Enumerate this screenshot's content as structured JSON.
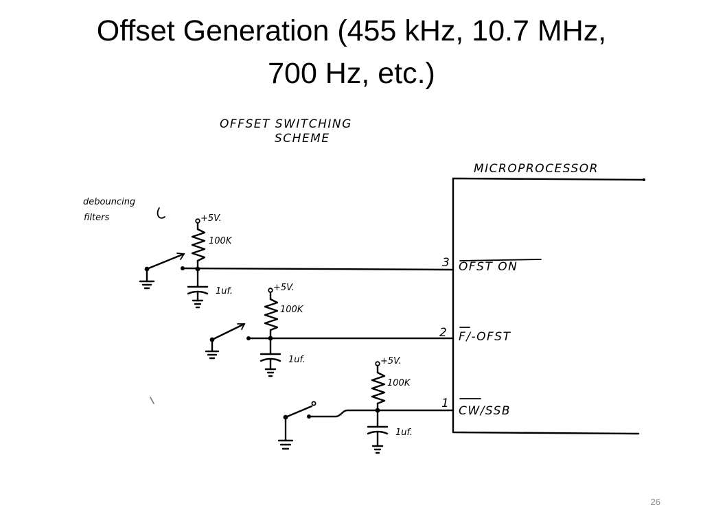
{
  "slide": {
    "title_line1": "Offset Generation (455 kHz, 10.7 MHz,",
    "title_line2": "700 Hz, etc.)",
    "page_number": "26"
  },
  "diagram": {
    "scheme_title_line1": "OFFSET SWITCHING",
    "scheme_title_line2": "SCHEME",
    "annotation_line1": "debouncing",
    "annotation_line2": "filters",
    "microprocessor_label": "MICROPROCESSOR",
    "supply_label": "+5V.",
    "resistor_label": "100K",
    "capacitor_label": "1uf.",
    "pins": [
      {
        "number": "3",
        "label": "OFST ON"
      },
      {
        "number": "2",
        "label": "F/-OFST"
      },
      {
        "number": "1",
        "label": "CW/SSB"
      }
    ]
  }
}
